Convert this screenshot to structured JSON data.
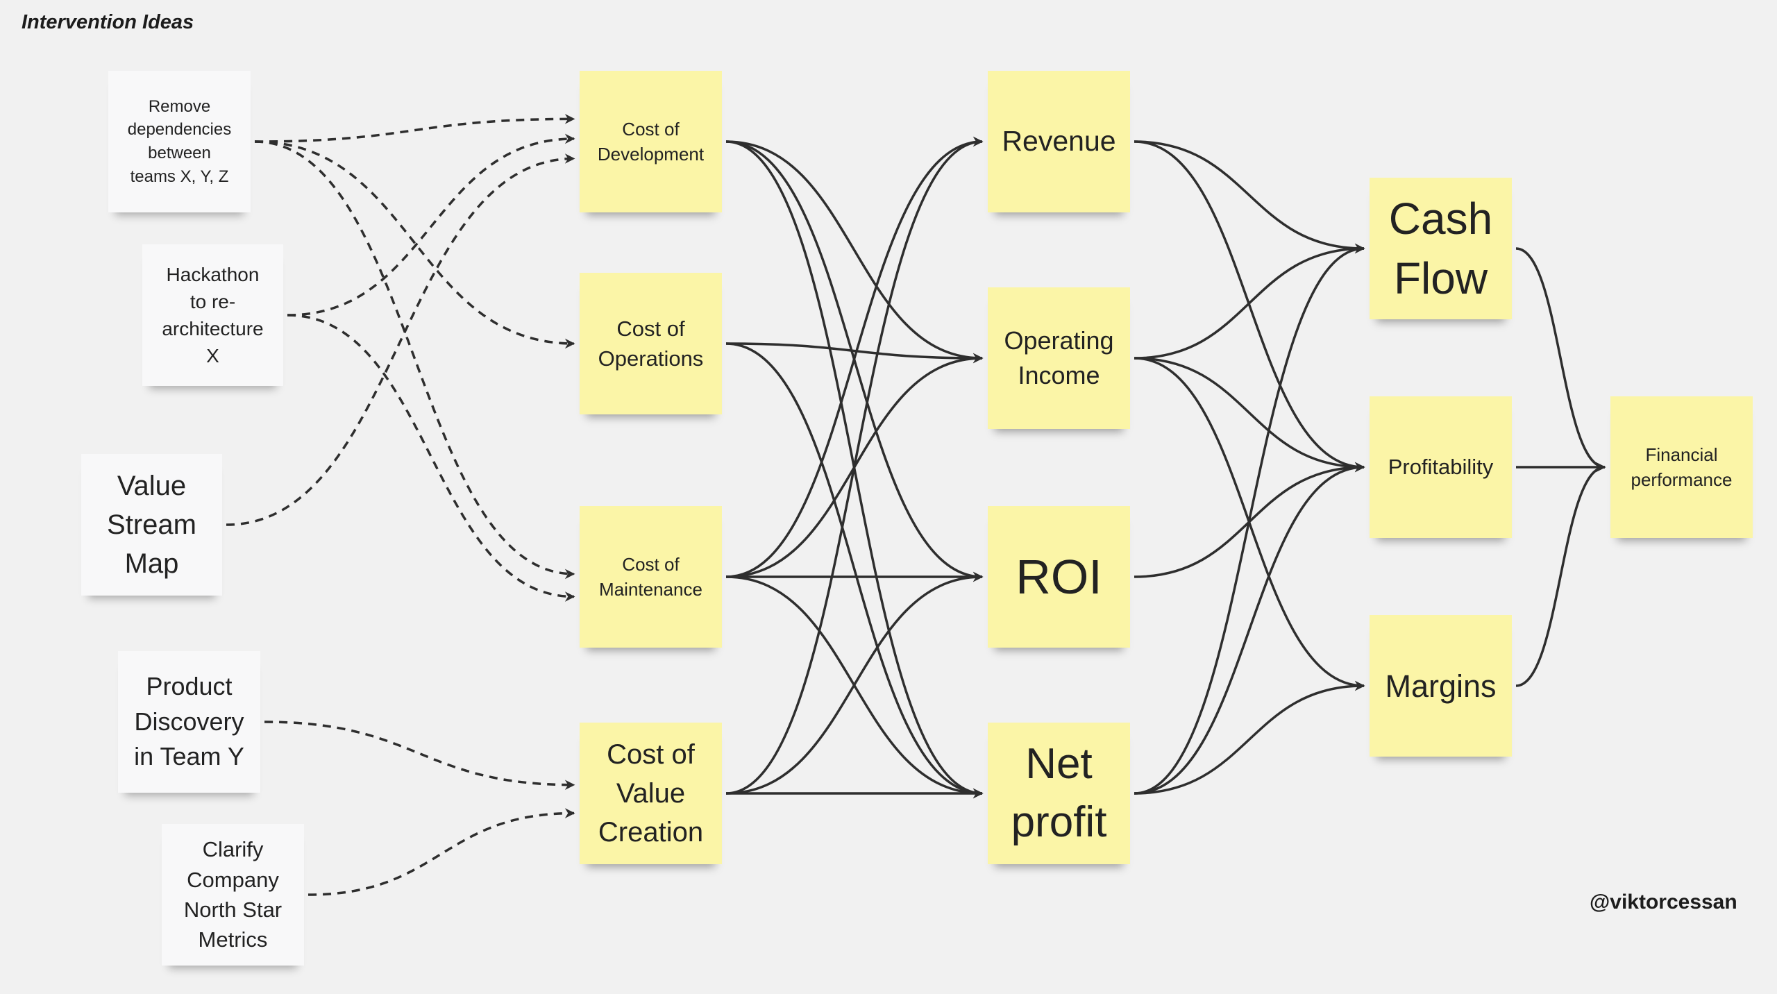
{
  "board": {
    "title": "Intervention Ideas",
    "credit": "@viktorcessan"
  },
  "interventions": [
    {
      "id": "remove-deps",
      "text": "Remove\ndependencies\nbetween\nteams X, Y, Z"
    },
    {
      "id": "hackathon",
      "text": "Hackathon\nto re-\narchitecture\nX"
    },
    {
      "id": "vsm",
      "text": "Value\nStream\nMap"
    },
    {
      "id": "product-discovery",
      "text": "Product\nDiscovery\nin Team Y"
    },
    {
      "id": "north-star",
      "text": "Clarify\nCompany\nNorth Star\nMetrics"
    }
  ],
  "costs": [
    {
      "id": "cost-dev",
      "text": "Cost of\nDevelopment"
    },
    {
      "id": "cost-ops",
      "text": "Cost of\nOperations"
    },
    {
      "id": "cost-maint",
      "text": "Cost of\nMaintenance"
    },
    {
      "id": "cost-value",
      "text": "Cost of\nValue\nCreation"
    }
  ],
  "financial_metrics": [
    {
      "id": "revenue",
      "text": "Revenue"
    },
    {
      "id": "operating-income",
      "text": "Operating\nIncome"
    },
    {
      "id": "roi",
      "text": "ROI"
    },
    {
      "id": "net-profit",
      "text": "Net\nprofit"
    }
  ],
  "outcomes": [
    {
      "id": "cash-flow",
      "text": "Cash\nFlow"
    },
    {
      "id": "profitability",
      "text": "Profitability"
    },
    {
      "id": "margins",
      "text": "Margins"
    }
  ],
  "goal": {
    "id": "financial-performance",
    "text": "Financial\nperformance"
  },
  "connections": {
    "dashed": [
      [
        "remove-deps",
        "cost-dev"
      ],
      [
        "remove-deps",
        "cost-ops"
      ],
      [
        "remove-deps",
        "cost-maint"
      ],
      [
        "hackathon",
        "cost-dev"
      ],
      [
        "hackathon",
        "cost-maint"
      ],
      [
        "vsm",
        "cost-dev"
      ],
      [
        "product-discovery",
        "cost-value"
      ],
      [
        "north-star",
        "cost-value"
      ]
    ],
    "solid": [
      [
        "cost-dev",
        "operating-income"
      ],
      [
        "cost-dev",
        "roi"
      ],
      [
        "cost-dev",
        "net-profit"
      ],
      [
        "cost-ops",
        "operating-income"
      ],
      [
        "cost-ops",
        "net-profit"
      ],
      [
        "cost-maint",
        "revenue"
      ],
      [
        "cost-maint",
        "operating-income"
      ],
      [
        "cost-maint",
        "roi"
      ],
      [
        "cost-maint",
        "net-profit"
      ],
      [
        "cost-value",
        "revenue"
      ],
      [
        "cost-value",
        "roi"
      ],
      [
        "cost-value",
        "net-profit"
      ],
      [
        "revenue",
        "cash-flow"
      ],
      [
        "revenue",
        "profitability"
      ],
      [
        "operating-income",
        "cash-flow"
      ],
      [
        "operating-income",
        "profitability"
      ],
      [
        "operating-income",
        "margins"
      ],
      [
        "roi",
        "profitability"
      ],
      [
        "net-profit",
        "cash-flow"
      ],
      [
        "net-profit",
        "profitability"
      ],
      [
        "net-profit",
        "margins"
      ],
      [
        "cash-flow",
        "financial-performance"
      ],
      [
        "profitability",
        "financial-performance"
      ],
      [
        "margins",
        "financial-performance"
      ]
    ]
  },
  "colors": {
    "background": "#f1f1f1",
    "sticky_yellow": "#fbf5a7",
    "sticky_white": "#f8f8f9",
    "connector": "#2e2e2e"
  }
}
